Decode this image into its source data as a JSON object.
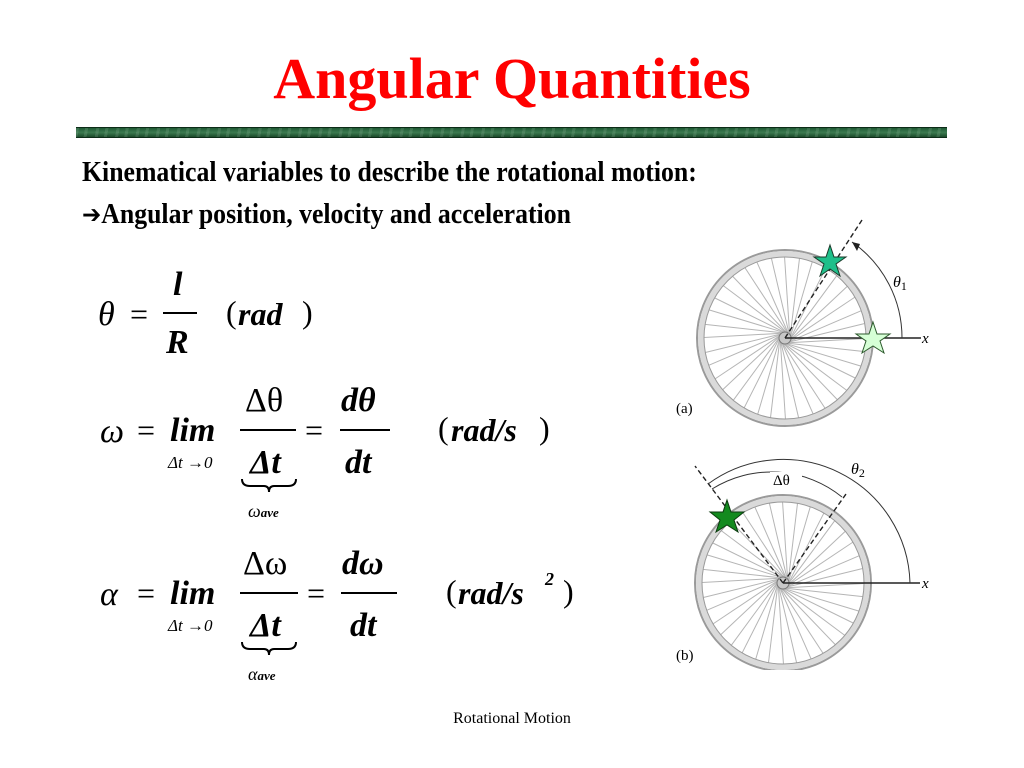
{
  "slide": {
    "title": "Angular Quantities",
    "intro_line1": "Kinematical variables to describe the rotational motion:",
    "intro_arrow": "➔",
    "intro_line2": "Angular position, velocity and acceleration",
    "footer": "Rotational Motion",
    "title_color": "#ff0000",
    "divider_color": "#2f6a42"
  },
  "equations": {
    "position": {
      "lhs": "θ",
      "eq": "=",
      "numerator": "l",
      "denominator": "R",
      "unit_open": "(",
      "unit": "rad",
      "unit_close": ")"
    },
    "velocity": {
      "lhs": "ω",
      "eq": "=",
      "lim": "lim",
      "lim_sub": "Δt →0",
      "numerator": "Δθ",
      "denominator": "Δt",
      "eq2": "=",
      "numerator2": "dθ",
      "denominator2": "dt",
      "brace_label_symbol": "ω",
      "brace_label_sub": "ave",
      "unit_open": "(",
      "unit": "rad/s",
      "unit_close": ")"
    },
    "acceleration": {
      "lhs": "α",
      "eq": "=",
      "lim": "lim",
      "lim_sub": "Δt →0",
      "numerator": "Δω",
      "denominator": "Δt",
      "eq2": "=",
      "numerator2": "dω",
      "denominator2": "dt",
      "brace_label_symbol": "α",
      "brace_label_sub": "ave",
      "unit_open": "(",
      "unit": "rad/s",
      "unit_exp": "2",
      "unit_close": ")"
    }
  },
  "figures": {
    "a": {
      "label": "(a)",
      "angle_label": "θ",
      "angle_sub": "1",
      "axis_label": "x",
      "star_on_dashed_color": "#1fbf8a",
      "star_on_axis_color": "#d6ffd6"
    },
    "b": {
      "label": "(b)",
      "angle_label": "θ",
      "angle_sub": "2",
      "delta_label": "Δθ",
      "axis_label": "x",
      "star_color": "#138a1f"
    }
  }
}
